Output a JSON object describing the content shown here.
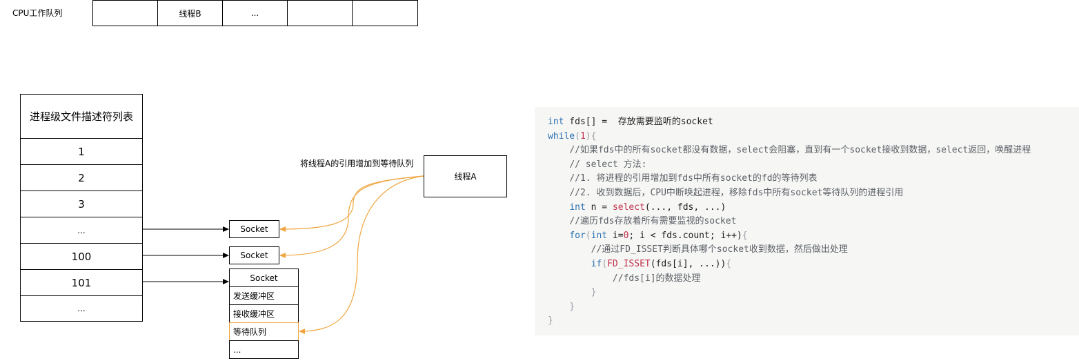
{
  "cpu_queue": {
    "label": "CPU工作队列",
    "slots": [
      "",
      "线程B",
      "...",
      "",
      ""
    ]
  },
  "fd_table": {
    "title": "进程级文件描述符列表",
    "rows": [
      "1",
      "2",
      "3",
      "...",
      "100",
      "101",
      "..."
    ]
  },
  "sockets": [
    {
      "label": "Socket"
    },
    {
      "label": "Socket"
    }
  ],
  "socket_detail": {
    "header": "Socket",
    "rows": [
      "发送缓冲区",
      "接收缓冲区",
      "等待队列",
      "..."
    ]
  },
  "thread_a": {
    "label": "线程A",
    "edge_label": "将线程A的引用增加到等待队列"
  },
  "colors": {
    "arrow_orange": "#f0a640",
    "code_bg": "#f6f7f5",
    "keyword": "#2a6fb0",
    "function": "#c0304a"
  },
  "code": {
    "line1_kw": "int",
    "line1_code": " fds[] = ",
    "line1_text": " 存放需要监听的socket",
    "line2_kw": "while",
    "line2_num": "1",
    "c1": "//如果fds中的所有socket都没有数据，select会阻塞，直到有一个socket接收到数据，select返回，唤醒进程",
    "c2": "// select 方法:",
    "c3": "//1. 将进程的引用增加到fds中所有socket的fd的等待列表",
    "c4": "//2. 收到数据后，CPU中断唤起进程，移除fds中所有socket等待队列的进程引用",
    "l_int": "int",
    "l_n": " n = ",
    "l_select": "select",
    "l_args": "(..., fds, ...)",
    "c5": "//遍历fds存放着所有需要监视的socket",
    "for_kw": "for",
    "for_int": "int",
    "for_rest1": " i=",
    "for_zero": "0",
    "for_rest2": "; i < fds.count; i++)",
    "c6": "//通过FD_ISSET判断具体哪个socket收到数据，然后做出处理",
    "if_kw": "if",
    "if_fn": "FD_ISSET",
    "if_args": "(fds[i], ...))",
    "c7": "//fds[i]的数据处理"
  }
}
